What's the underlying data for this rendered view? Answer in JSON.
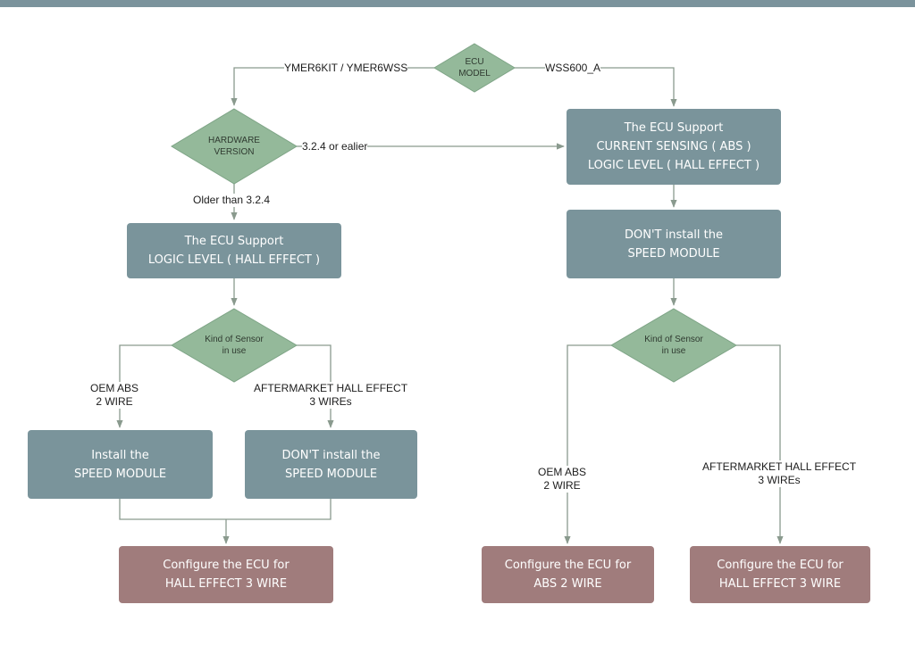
{
  "colors": {
    "top_bar": "#7b939c",
    "action_box": "#7a949b",
    "config_box": "#a07c7c",
    "decision": "#94b99a",
    "connector": "#8a9a8e"
  },
  "decisions": {
    "ecu_model": [
      "ECU",
      "MODEL"
    ],
    "hardware_version": [
      "HARDWARE",
      "VERSION"
    ],
    "sensor_left": [
      "Kind of Sensor",
      "in use"
    ],
    "sensor_right": [
      "Kind of Sensor",
      "in use"
    ]
  },
  "boxes": {
    "ecu_support_abs_hall": [
      "The ECU Support",
      "CURRENT SENSING ( ABS )",
      "LOGIC LEVEL ( HALL EFFECT )"
    ],
    "ecu_support_hall": [
      "The ECU Support",
      "LOGIC LEVEL ( HALL EFFECT )"
    ],
    "dont_install_right": [
      "DON'T install the",
      "SPEED MODULE"
    ],
    "install_left": [
      "Install the",
      "SPEED MODULE"
    ],
    "dont_install_left": [
      "DON'T install the",
      "SPEED MODULE"
    ],
    "config_hall_left": [
      "Configure the ECU for",
      "HALL EFFECT 3 WIRE"
    ],
    "config_abs_right": [
      "Configure the ECU for",
      "ABS 2 WIRE"
    ],
    "config_hall_right": [
      "Configure the ECU for",
      "HALL EFFECT 3 WIRE"
    ]
  },
  "edge_labels": {
    "ymer": [
      "YMER6KIT / YMER6WSS"
    ],
    "wss": [
      "WSS600_A"
    ],
    "hw_new": [
      "3.2.4 or ealier"
    ],
    "hw_old": [
      "Older than 3.2.4"
    ],
    "oem_left": [
      "OEM ABS",
      "2 WIRE"
    ],
    "after_left": [
      "AFTERMARKET HALL EFFECT",
      "3 WIREs"
    ],
    "oem_right": [
      "OEM ABS",
      "2 WIRE"
    ],
    "after_right": [
      "AFTERMARKET HALL EFFECT",
      "3 WIREs"
    ]
  }
}
